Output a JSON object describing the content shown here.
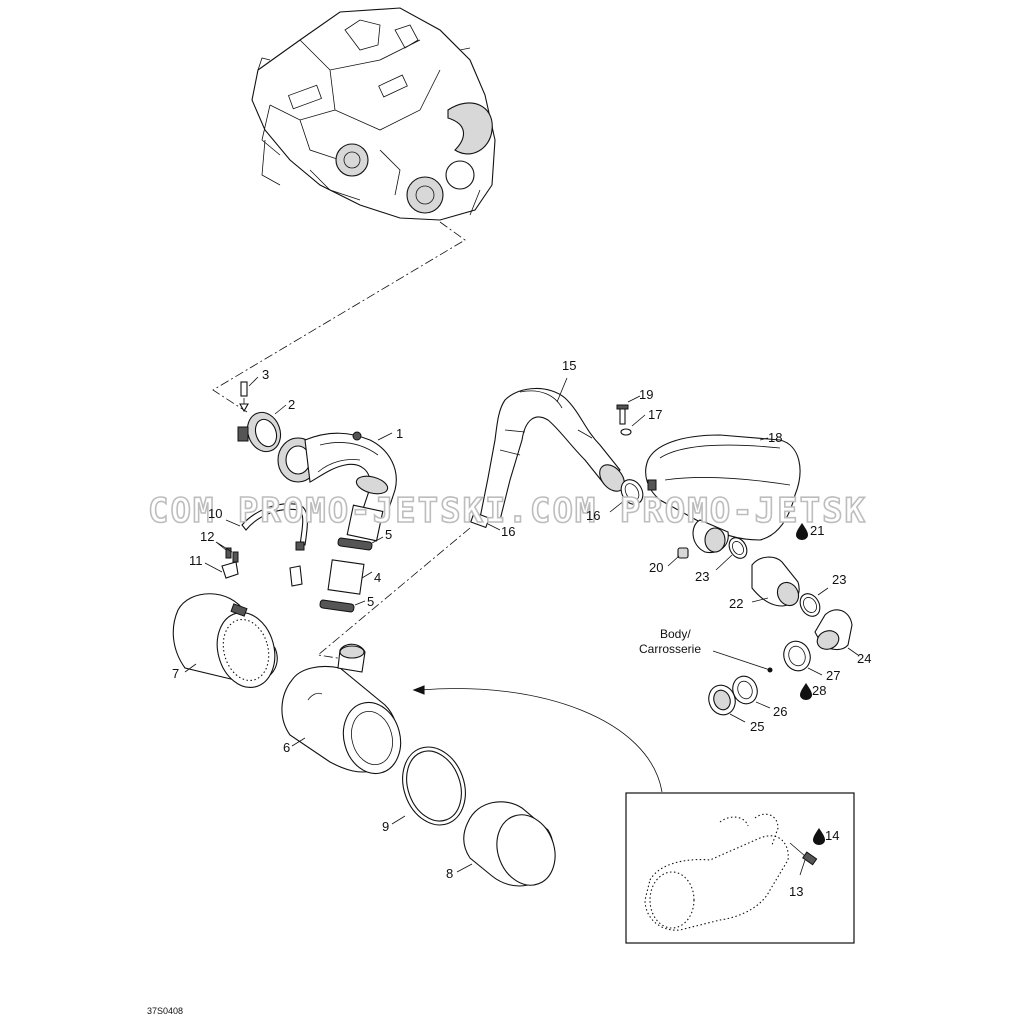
{
  "figure": {
    "drawing_code": "37S0408",
    "watermark": "COM PROMO-JETSKI.COM PROMO-JETSK",
    "body_note_line1": "Body/",
    "body_note_line2": "Carrosserie"
  },
  "callouts": {
    "c1": "1",
    "c2": "2",
    "c3": "3",
    "c4": "4",
    "c5a": "5",
    "c5b": "5",
    "c6": "6",
    "c7": "7",
    "c8": "8",
    "c9": "9",
    "c10": "10",
    "c11": "11",
    "c12": "12",
    "c13": "13",
    "c14": "14",
    "c15": "15",
    "c16a": "16",
    "c16b": "16",
    "c17": "17",
    "c18": "18",
    "c19": "19",
    "c20": "20",
    "c21": "21",
    "c22": "22",
    "c23a": "23",
    "c23b": "23",
    "c24": "24",
    "c25": "25",
    "c26": "26",
    "c27": "27",
    "c28": "28"
  },
  "icons": {
    "lubricant": "oil-drop-icon"
  },
  "colors": {
    "line": "#111111",
    "shade": "#d8d8d8",
    "watermark": "#bdbdbd"
  }
}
